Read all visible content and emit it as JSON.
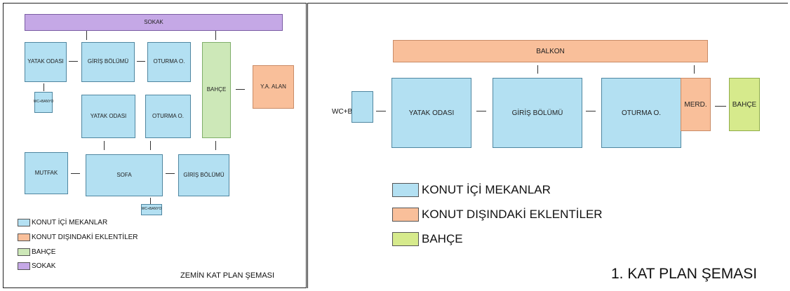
{
  "colors": {
    "konut_ici": "#b3e0f2",
    "konut_disi": "#f9bf9a",
    "bahce": "#cde8b8",
    "bahce_upper": "#d6ea8c",
    "sokak": "#c5a8e6"
  },
  "ground": {
    "title": "ZEMİN KAT PLAN ŞEMASI",
    "nodes": {
      "sokak": "SOKAK",
      "yatak_odasi_1": "YATAK ODASI",
      "giris_bolumu_1": "GİRİŞ BÖLÜMÜ",
      "oturma_1": "OTURMA O.",
      "bahce": "BAHÇE",
      "ya_alan": "Y.A. ALAN",
      "wc_banyo_1": "WC+BANYO",
      "yatak_odasi_2": "YATAK ODASI",
      "oturma_2": "OTURMA O.",
      "mutfak": "MUTFAK",
      "sofa": "SOFA",
      "giris_bolumu_2": "GİRİŞ BÖLÜMÜ",
      "wc_banyo_2": "WC+BANYO"
    },
    "legend": [
      "KONUT İÇİ MEKANLAR",
      "KONUT DIŞINDAKİ EKLENTİLER",
      "BAHÇE",
      "SOKAK"
    ]
  },
  "upper": {
    "title": "1. KAT PLAN ŞEMASI",
    "nodes": {
      "balkon": "BALKON",
      "wc_banyo": "WC+BANYO",
      "yatak_odasi": "YATAK ODASI",
      "giris_bolumu": "GİRİŞ BÖLÜMÜ",
      "oturma": "OTURMA O.",
      "merd": "MERD.",
      "bahce": "BAHÇE"
    },
    "legend": [
      "KONUT İÇİ MEKANLAR",
      "KONUT DIŞINDAKİ EKLENTİLER",
      "BAHÇE"
    ]
  }
}
